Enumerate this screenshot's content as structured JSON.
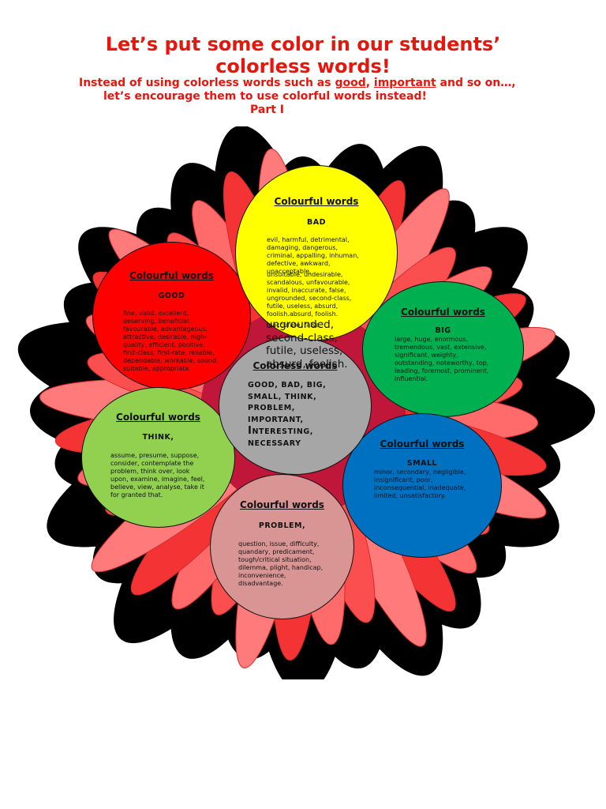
{
  "header": {
    "title_line1": "Let’s put some color in our students’",
    "title_line2": "colorless words!",
    "sub_line1_a": "Instead of using colorless words such as ",
    "sub_line1_good": "good",
    "sub_line1_comma": ", ",
    "sub_line1_important": "important",
    "sub_line1_b": " and so on…,",
    "sub_line2": "let’s encourage them to use colorful words instead!",
    "sub_line3": "Part I"
  },
  "colors": {
    "title": "#e8150d",
    "flower_outline": "#000000",
    "petal": "#fb4f4f",
    "bad": "#ffff00",
    "good": "#ff0000",
    "big": "#00b050",
    "think": "#92d050",
    "center": "#a6a6a6",
    "small": "#0070c0",
    "problem": "#d99594"
  },
  "circles": {
    "bad": {
      "heading": "Colourful words",
      "key": "BAD",
      "text1": "evil, harmful, detrimental, damaging, dangerous, criminal, appalling, inhuman, defective, awkward, unacceptable,",
      "text2": "unsuitable, undesirable, scandalous, unfavourable, invalid, inaccurate, false, ungrounded, second-class, futile, useless, absurd, foolish.absurd, foolish.",
      "text3": "inaccurate, false,"
    },
    "overflow": {
      "text": "ungrounded, second-class, futile, useless, absurd, foolish."
    },
    "good": {
      "heading": "Colourful words",
      "key": "GOOD",
      "text": "fine, valid, excellent, deserving, beneficial, favourable, advantageous, attractive, desirable, high-quality, efficient, positive, first-class, first-rate, reliable, dependable, workable, sound, suitable, appropriate."
    },
    "big": {
      "heading": "Colourful words",
      "key": "BIG",
      "text": "large, huge, enormous, tremendous, vast, extensive, significant, weighty, outstanding, noteworthy, top, leading, foremost, prominent, influential."
    },
    "center": {
      "heading": "Colorless words",
      "l1": "GOOD, BAD, BIG,",
      "l2": "SMALL, THINK,",
      "l3": "PROBLEM,",
      "l4": "IMPORTANT,",
      "l5_i": "I",
      "l5_rest": "NTERESTING,",
      "l6": "NECESSARY"
    },
    "think": {
      "heading": "Colourful words",
      "key": "THINK,",
      "text": "assume, presume, suppose, consider, contemplate the problem, think over, look upon, examine, imagine, feel, believe, view, analyse, take it for granted that."
    },
    "small": {
      "heading": "Colourful words",
      "key": "SMALL",
      "text": "minor, secondary, negligible, insignificant, poor, inconsequential, inadequate, limited, unsatisfactory."
    },
    "problem": {
      "heading": "Colourful words",
      "key": "PROBLEM,",
      "text": "question, issue, difficulty, quandary, predicament, tough/critical situation, dilemma, plight, handicap, inconvenience, disadvantage."
    }
  }
}
